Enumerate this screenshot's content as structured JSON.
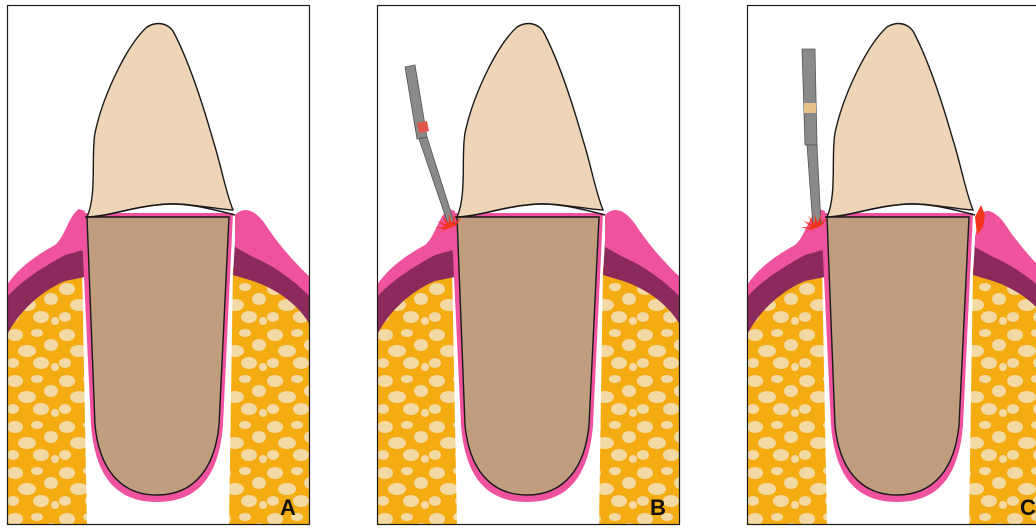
{
  "figure": {
    "background": "#ffffff",
    "colors": {
      "frame": "#1a1a1a",
      "enamel_crown": "#eed5b7",
      "root": "#bf9d7e",
      "gingiva": "#f0539e",
      "gingiva_dark": "#8c2a5c",
      "bone": "#f5ac12",
      "bone_granules": "#f3d9a3",
      "bur_shaft": "#8a8a8a",
      "bur_band_b": "#e0564a",
      "bur_band_c": "#e6c28a",
      "laser_spark": "#f2351c"
    },
    "panels": [
      {
        "id": "A",
        "label": "A",
        "instrument": "none"
      },
      {
        "id": "B",
        "label": "B",
        "instrument": "bur-mesial"
      },
      {
        "id": "C",
        "label": "C",
        "instrument": "bur-mesial-and-distal-cut"
      }
    ]
  }
}
